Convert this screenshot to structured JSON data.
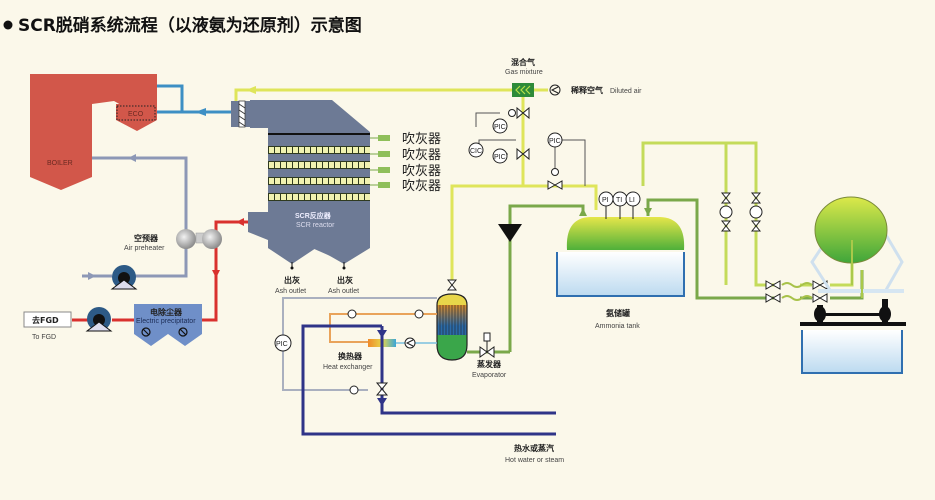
{
  "title": "SCR脱硝系统流程（以液氨为还原剂）示意图",
  "colors": {
    "boiler": "#d2574a",
    "reactor": "#6d7a95",
    "flue_gas_blue": "#3d8fc4",
    "flue_gas_return": "#8d98b6",
    "flue_gas_red": "#d9312e",
    "ammonia_yellow": "#dfe55a",
    "ammonia_green": "#7aa84a",
    "hot_water": "#2f3488",
    "precipitator": "#6f8fc8",
    "background": "#fbf8ea"
  },
  "boiler": {
    "label": "BOILER",
    "eco_label": "ECO"
  },
  "reactor": {
    "label_cn": "SCR反应器",
    "label_en": "SCR reactor",
    "catalyst_layers": 4
  },
  "soot_blowers": [
    "吹灰器",
    "吹灰器",
    "吹灰器",
    "吹灰器"
  ],
  "ash_outlets": [
    {
      "cn": "出灰",
      "en": "Ash outlet"
    },
    {
      "cn": "出灰",
      "en": "Ash outlet"
    }
  ],
  "air_preheater": {
    "cn": "空预器",
    "en": "Air preheater"
  },
  "precipitator": {
    "cn": "电除尘器",
    "en": "Electric precipitator"
  },
  "fgd": {
    "box": "去FGD",
    "en": "To FGD"
  },
  "gas_mixture": {
    "cn": "混合气",
    "en": "Gas mixture"
  },
  "diluted_air": {
    "cn": "稀释空气",
    "en": "Diluted air"
  },
  "instruments": {
    "pic": "PIC",
    "cic": "CIC",
    "pi": "PI",
    "ti": "TI",
    "li": "LI"
  },
  "ammonia_tank": {
    "cn": "氨储罐",
    "en": "Ammonia tank"
  },
  "evaporator": {
    "cn": "蒸发器",
    "en": "Evaporator"
  },
  "heat_exchanger": {
    "cn": "换热器",
    "en": "Heat exchanger"
  },
  "hot_water": {
    "cn": "热水或蒸汽",
    "en": "Hot water or steam"
  }
}
